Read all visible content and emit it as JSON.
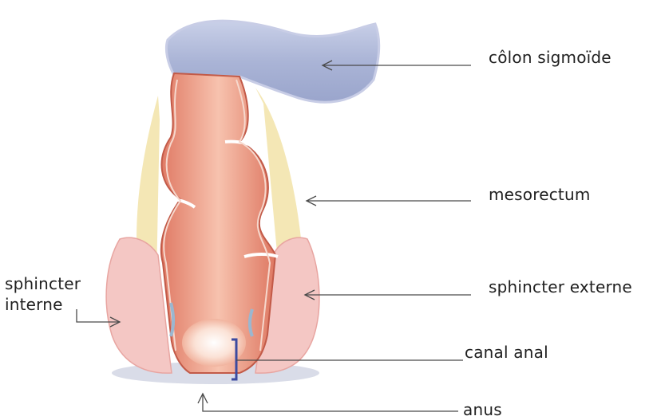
{
  "labels": {
    "colon_sigmoide": "côlon sigmoïde",
    "mesorectum": "mesorectum",
    "sphincter_externe": "sphincter externe",
    "canal_anal": "canal anal",
    "anus": "anus",
    "sphincter_interne_line1": "sphincter",
    "sphincter_interne_line2": "interne"
  },
  "colors": {
    "colon": "#aeb8d8",
    "rectum": "#e8907a",
    "mesorectum_fat": "#f2e3a8",
    "sphincter_muscle": "#f4c7c4",
    "pointer_line": "#4a4a4a",
    "canal_marker": "#3b4aa0"
  }
}
